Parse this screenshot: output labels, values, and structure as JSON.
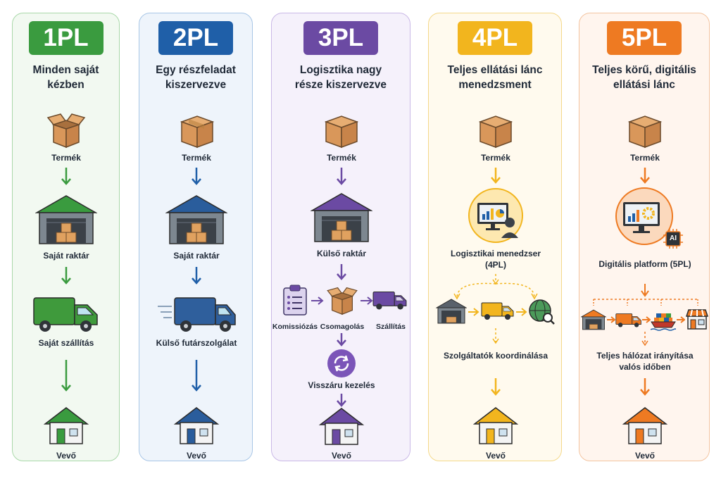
{
  "columns": [
    {
      "badge": "1PL",
      "title": "Minden saját kézben",
      "color": "#3a9b3f",
      "bg": "#f2f9f1",
      "border": "#a9d8a9",
      "labels": {
        "product": "Termék",
        "warehouse": "Saját raktár",
        "transport": "Saját szállítás",
        "customer": "Vevő"
      }
    },
    {
      "badge": "2PL",
      "title": "Egy részfeladat kiszervezve",
      "color": "#1f5fa8",
      "bg": "#eef4fb",
      "border": "#a8c6e6",
      "labels": {
        "product": "Termék",
        "warehouse": "Saját raktár",
        "transport": "Külső futárszolgálat",
        "customer": "Vevő"
      }
    },
    {
      "badge": "3PL",
      "title": "Logisztika nagy része kiszervezve",
      "color": "#6b4aa3",
      "bg": "#f5f1fb",
      "border": "#c9b8e6",
      "labels": {
        "product": "Termék",
        "warehouse": "Külső raktár",
        "picking": "Komissiózás",
        "packing": "Csomagolás",
        "shipping": "Szállítás",
        "returns": "Visszáru kezelés",
        "customer": "Vevő"
      }
    },
    {
      "badge": "4PL",
      "title": "Teljes ellátási lánc menedzsment",
      "color": "#f2b51e",
      "bg": "#fffaee",
      "border": "#f4d98a",
      "labels": {
        "product": "Termék",
        "manager": "Logisztikai menedzser (4PL)",
        "coordination": "Szolgáltatók koordinálása",
        "customer": "Vevő"
      }
    },
    {
      "badge": "5PL",
      "title": "Teljes körű, digitális ellátási lánc",
      "color": "#ee7a22",
      "bg": "#fff5ee",
      "border": "#f3c4a0",
      "labels": {
        "product": "Termék",
        "platform": "Digitális platform (5PL)",
        "network": "Teljes hálózat irányítása valós időben",
        "customer": "Vevő",
        "ai": "AI"
      }
    }
  ]
}
